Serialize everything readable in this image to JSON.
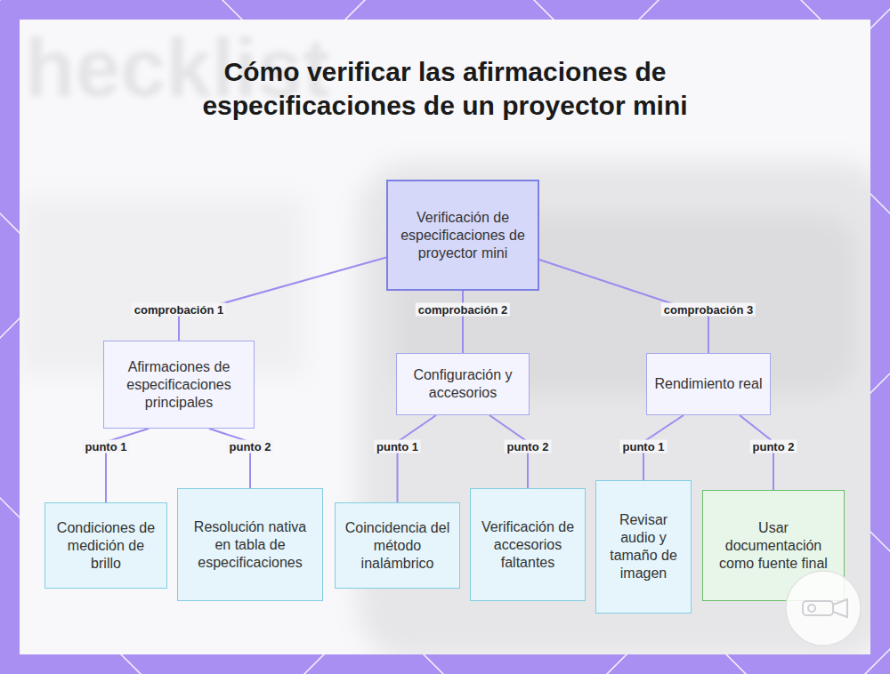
{
  "diagram": {
    "title": "Cómo verificar las afirmaciones de especificaciones de un proyector mini",
    "nodes": [
      {
        "text": [
          "Verificación de especificaciones de proyector mini"
        ]
      },
      {
        "text": [
          "Afirmaciones de especificaciones principales"
        ]
      },
      {
        "text": [
          "Configuración y accesorios"
        ]
      },
      {
        "text": [
          "Rendimiento real"
        ]
      },
      {
        "text": [
          "Condiciones de medición de brillo"
        ]
      },
      {
        "text": [
          "Resolución nativa en tabla de especificaciones"
        ]
      },
      {
        "text": [
          "Coincidencia del método inalámbrico"
        ]
      },
      {
        "text": [
          "Verificación de accesorios faltantes"
        ]
      },
      {
        "text": [
          "Revisar audio y tamaño de imagen"
        ]
      },
      {
        "text": [
          "Usar documentación como fuente final"
        ]
      }
    ],
    "edges": [
      {
        "from": 0,
        "to": 1,
        "label": "comprobación 1",
        "arrow": "none"
      },
      {
        "from": 0,
        "to": 2,
        "label": "comprobación 2",
        "arrow": "none"
      },
      {
        "from": 0,
        "to": 3,
        "label": "comprobación 3",
        "arrow": "none"
      },
      {
        "from": 1,
        "to": 4,
        "label": "punto 1",
        "arrow": "none"
      },
      {
        "from": 1,
        "to": 5,
        "label": "punto 2",
        "arrow": "none"
      },
      {
        "from": 2,
        "to": 6,
        "label": "punto 1",
        "arrow": "none"
      },
      {
        "from": 2,
        "to": 7,
        "label": "punto 2",
        "arrow": "none"
      },
      {
        "from": 3,
        "to": 8,
        "label": "punto 1",
        "arrow": "none"
      },
      {
        "from": 3,
        "to": 9,
        "label": "punto 2",
        "arrow": "none"
      }
    ],
    "labels": [
      "hecklist"
    ]
  }
}
